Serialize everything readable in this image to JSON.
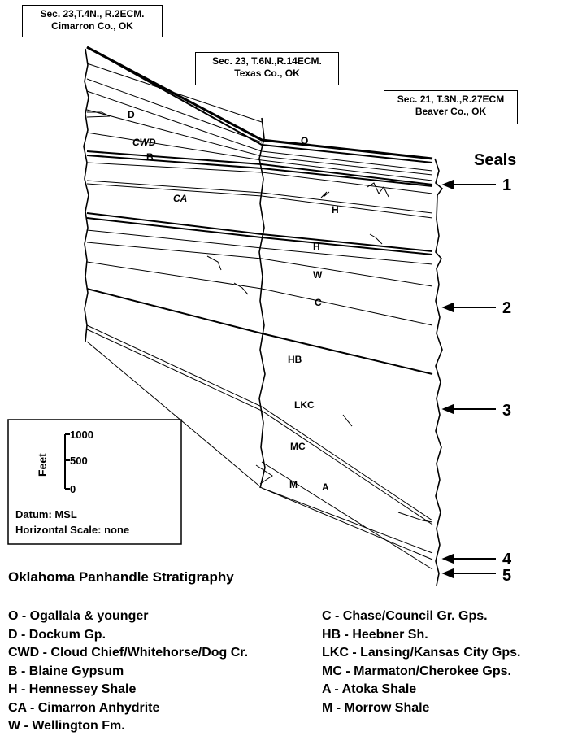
{
  "wells": [
    {
      "line1": "Sec. 23,T.4N., R.2ECM.",
      "line2": "Cimarron Co., OK"
    },
    {
      "line1": "Sec. 23, T.6N.,R.14ECM.",
      "line2": "Texas Co., OK"
    },
    {
      "line1": "Sec. 21, T.3N.,R.27ECM",
      "line2": "Beaver Co., OK"
    }
  ],
  "seals": {
    "title": "Seals",
    "numbers": [
      "1",
      "2",
      "3",
      "4",
      "5"
    ]
  },
  "unit_labels": {
    "D": "D",
    "CWD": "CWD",
    "B": "B",
    "CA": "CA",
    "O": "O",
    "H1": "H",
    "H2": "H",
    "W": "W",
    "C": "C",
    "HB": "HB",
    "LKC": "LKC",
    "MC": "MC",
    "M": "M",
    "A": "A"
  },
  "scale": {
    "axis_title": "Feet",
    "ticks": [
      "1000",
      "500",
      "0"
    ],
    "datum": "Datum: MSL",
    "horizontal": "Horizontal Scale: none"
  },
  "figure_title": "Oklahoma Panhandle Stratigraphy",
  "legend_left": [
    "O - Ogallala & younger",
    "D - Dockum Gp.",
    "CWD - Cloud Chief/Whitehorse/Dog Cr.",
    "B - Blaine Gypsum",
    "H - Hennessey Shale",
    "CA - Cimarron Anhydrite",
    "W - Wellington Fm."
  ],
  "legend_right": [
    "C - Chase/Council Gr. Gps.",
    "HB - Heebner Sh.",
    "LKC - Lansing/Kansas City Gps.",
    "MC - Marmaton/Cherokee Gps.",
    "A - Atoka Shale",
    "M - Morrow Shale"
  ]
}
